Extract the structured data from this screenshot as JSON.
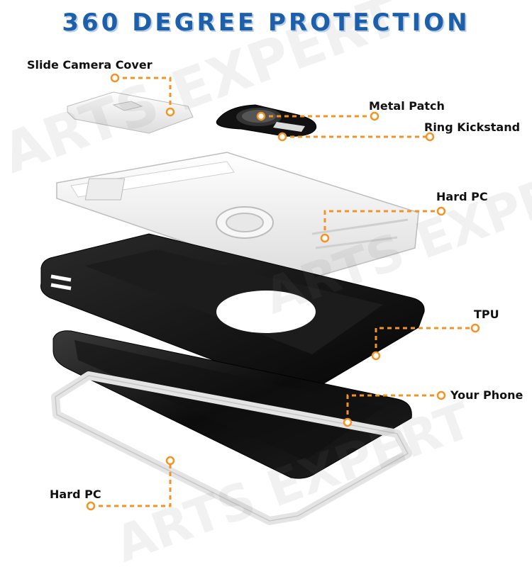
{
  "title": "360 DEGREE PROTECTION",
  "watermark": "ARTS EXPERT",
  "colors": {
    "title_blue": "#1d5fa8",
    "leader_orange": "#f39324",
    "case_white": "#f2f2f2",
    "case_black": "#141414"
  },
  "labels": {
    "slide_camera_cover": "Slide Camera Cover",
    "metal_patch": "Metal Patch",
    "ring_kickstand": "Ring Kickstand",
    "hard_pc_top": "Hard PC",
    "tpu": "TPU",
    "your_phone": "Your Phone",
    "hard_pc_bottom": "Hard PC"
  }
}
